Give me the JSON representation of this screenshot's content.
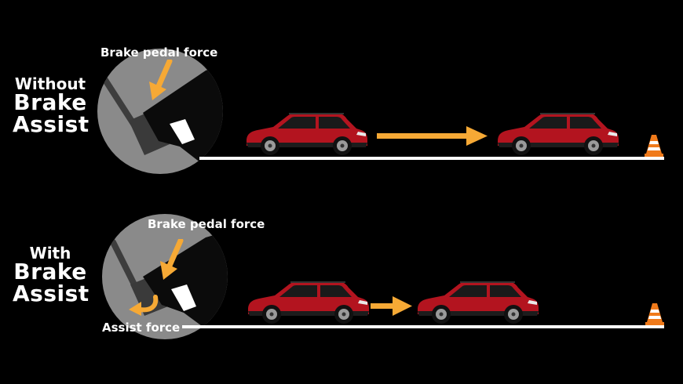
{
  "colors": {
    "background": "#000000",
    "text": "#ffffff",
    "arrow": "#f6a935",
    "car_body": "#b3141f",
    "circle": "#8a8a8a",
    "road": "#ffffff",
    "cone": "#f07a1a"
  },
  "icons": {
    "pedal": "brake-pedal-with-shoe-icon",
    "car": "red-suv-icon",
    "cone": "traffic-cone-icon",
    "arrow": "right-arrow-icon"
  },
  "without": {
    "title_line1": "Without",
    "title_line2": "Brake",
    "title_line3": "Assist",
    "pedal_force_label": "Brake pedal force"
  },
  "with": {
    "title_line1": "With",
    "title_line2": "Brake",
    "title_line3": "Assist",
    "pedal_force_label": "Brake pedal force",
    "assist_force_label": "Assist force"
  }
}
